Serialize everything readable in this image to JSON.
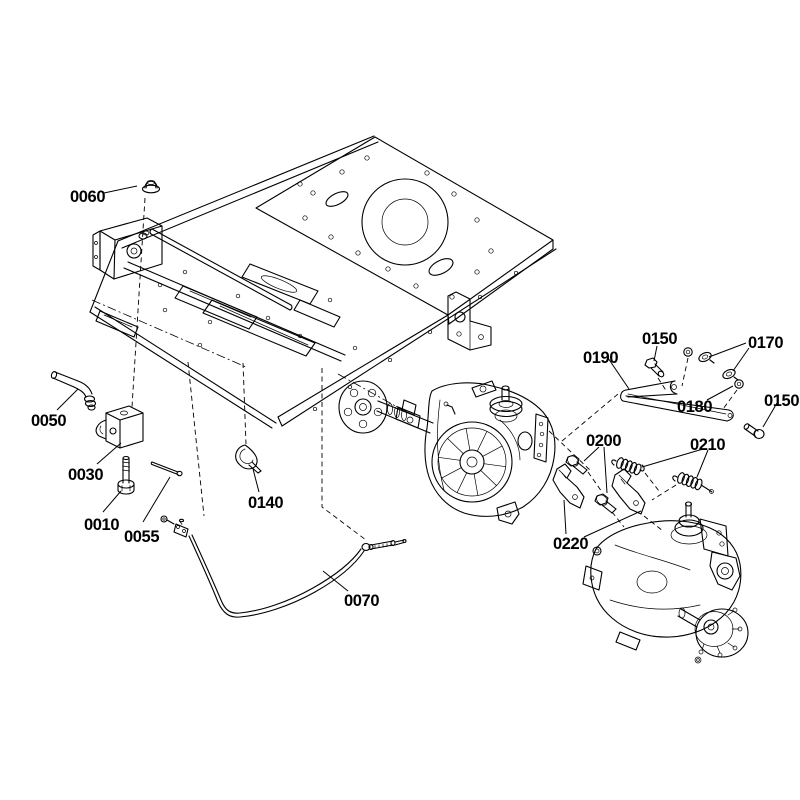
{
  "diagram": {
    "type": "exploded-parts-diagram",
    "subject": "mower chassis frame with twin transaxles, control rod, springs and cable",
    "background_color": "#ffffff",
    "line_color": "#000000",
    "labels": [
      {
        "text": "0060"
      },
      {
        "text": "0050"
      },
      {
        "text": "0030"
      },
      {
        "text": "0010"
      },
      {
        "text": "0055"
      },
      {
        "text": "0140"
      },
      {
        "text": "0070"
      },
      {
        "text": "0190"
      },
      {
        "text": "0150"
      },
      {
        "text": "0170"
      },
      {
        "text": "0180"
      },
      {
        "text": "0150"
      },
      {
        "text": "0200"
      },
      {
        "text": "0210"
      },
      {
        "text": "0220"
      }
    ]
  }
}
